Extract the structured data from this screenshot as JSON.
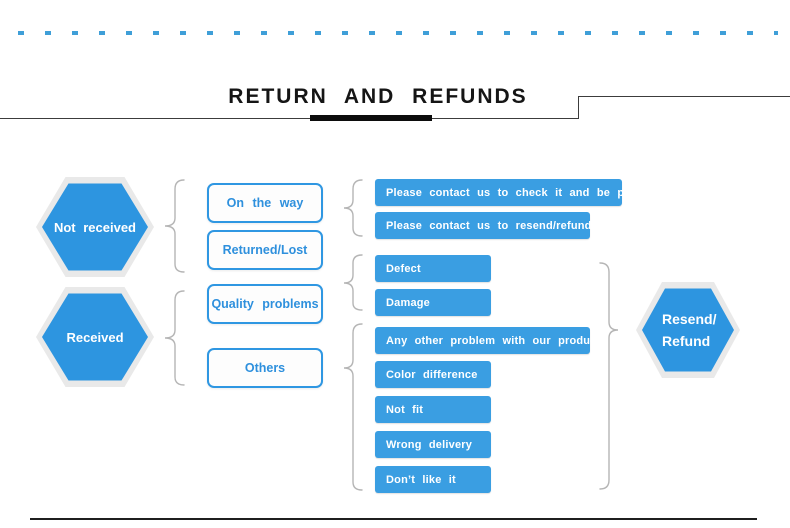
{
  "title": "RETURN AND REFUNDS",
  "left_nodes": [
    {
      "label": "Not received"
    },
    {
      "label": "Received"
    }
  ],
  "mid_boxes": [
    {
      "label": "On the way"
    },
    {
      "label": "Returned/Lost"
    },
    {
      "label": "Quality problems"
    },
    {
      "label": "Others"
    }
  ],
  "right_boxes": [
    {
      "label": "Please contact us to check it and be patient"
    },
    {
      "label": "Please contact us to resend/refund"
    },
    {
      "label": "Defect"
    },
    {
      "label": "Damage"
    },
    {
      "label": "Any other problem with our products"
    },
    {
      "label": "Color difference"
    },
    {
      "label": "Not fit"
    },
    {
      "label": "Wrong delivery"
    },
    {
      "label": "Don’t like it"
    }
  ],
  "result_node": {
    "label_line1": "Resend/",
    "label_line2": "Refund"
  },
  "colors": {
    "leaf_blue": "#3a9ee2",
    "hexagon_blue": "#2d95e0",
    "outline_blue": "#2f97e2",
    "dash_blue": "#3f9fd8",
    "brace_gray": "#b5b5b5",
    "title_black": "#151515"
  }
}
